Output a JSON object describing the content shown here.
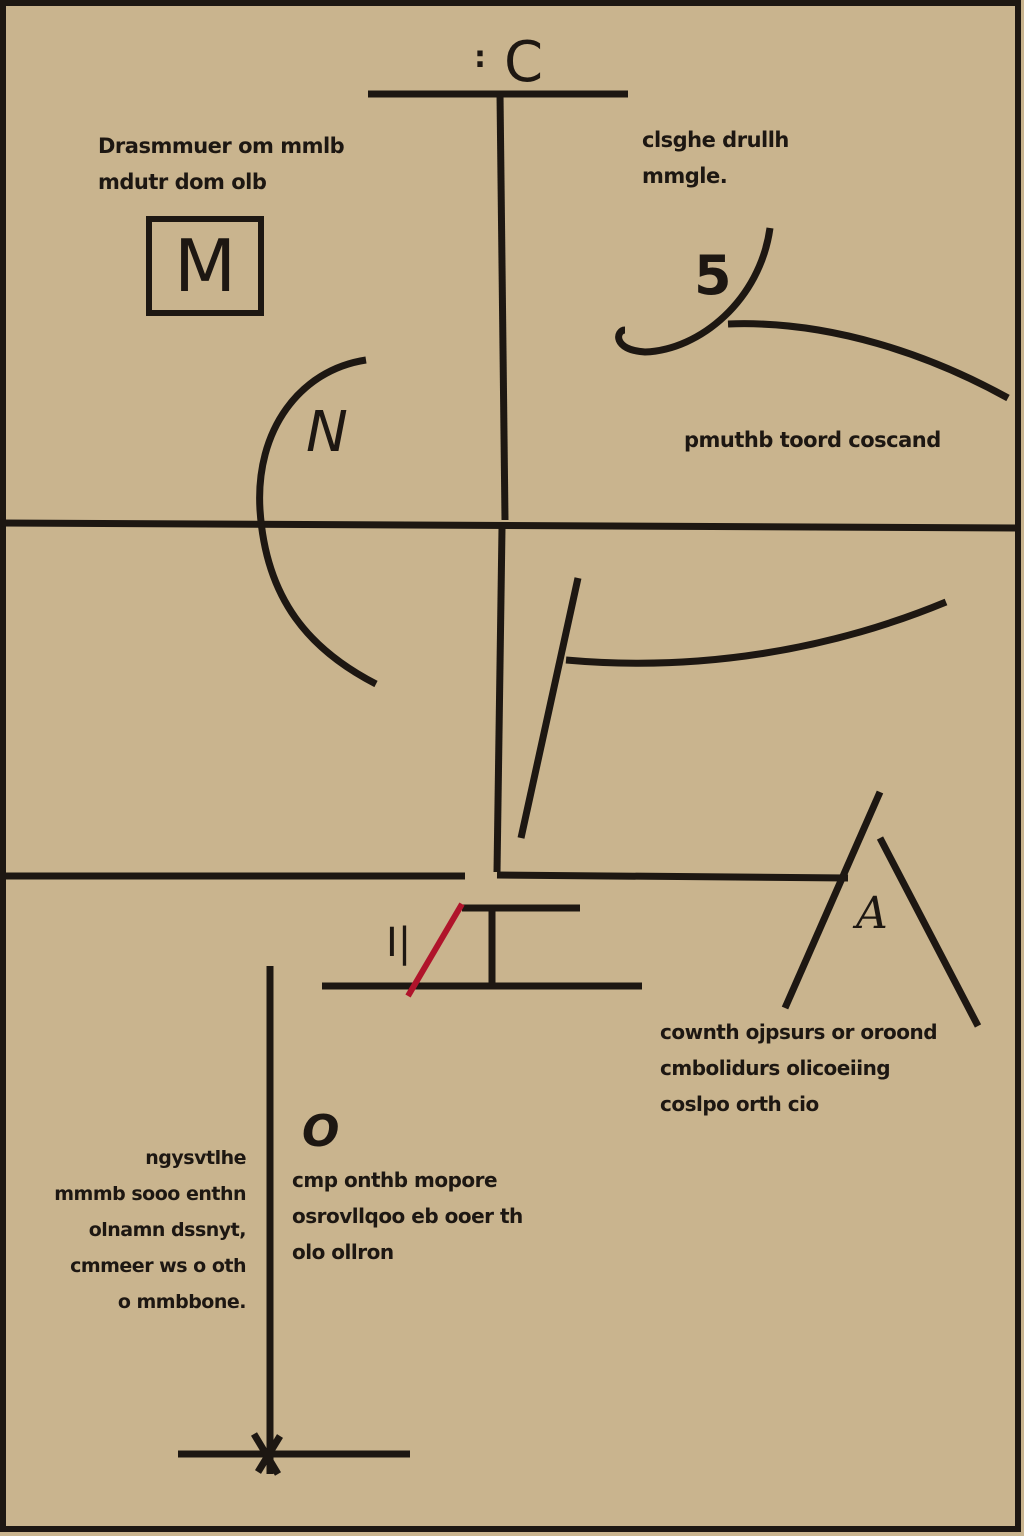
{
  "labels": {
    "c": "C",
    "colon_mark": ":",
    "boxed": "M",
    "n": "N",
    "five": "5",
    "a": "A",
    "o": "O",
    "i_mark": "I|"
  },
  "notes": {
    "top_left": "Drasmmuer om mmlb\nmdutr dom olb",
    "top_right": "clsghe drullh\nmmgle.",
    "mid_right": "pmuthb toord coscand",
    "lower_right": "cownth ojpsurs or oroond\ncmbolidurs olicoeiing\ncoslpo orth cio",
    "bottom_left": "ngysvtlhe\nmmmb sooo enthn\nolnamn dssnyt,\ncmmeer ws o oth\no mmbbone.",
    "bottom_mid": "cmp onthb mopore\nosrovllqoo eb ooer th\nolo ollron"
  },
  "colors": {
    "background": "#c9b48e",
    "ink": "#1d1712",
    "accent_red": "#b0142b"
  }
}
